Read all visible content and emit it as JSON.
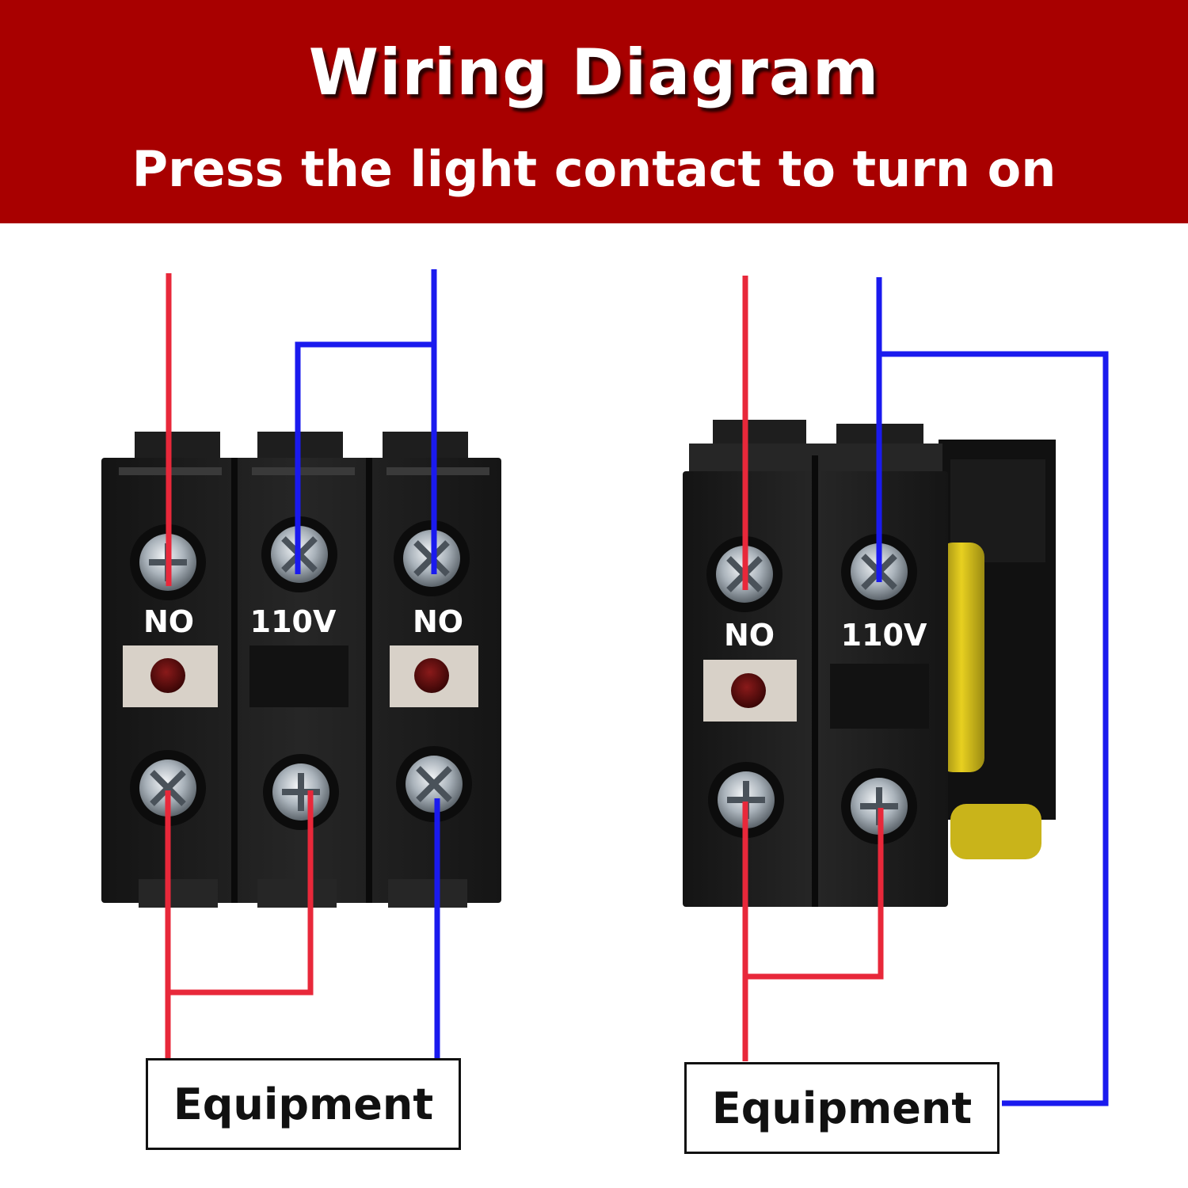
{
  "header": {
    "title": "Wiring Diagram",
    "subtitle": "Press the light contact to turn on"
  },
  "left_diagram": {
    "labels": [
      "NO",
      "110V",
      "NO"
    ],
    "equipment_label": "Equipment"
  },
  "right_diagram": {
    "labels": [
      "NO",
      "110V"
    ],
    "equipment_label": "Equipment"
  },
  "colors": {
    "banner": "#a80000",
    "wire_red": "#e8283a",
    "wire_blue": "#1a1aee",
    "block": "#1c1c1c"
  }
}
